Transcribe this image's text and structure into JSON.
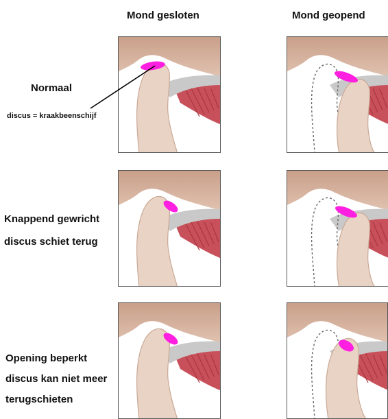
{
  "columns": {
    "closed": "Mond gesloten",
    "open": "Mond geopend"
  },
  "rows": [
    {
      "label": "Normaal",
      "sublabel": "discus = kraakbeenschijf"
    },
    {
      "label": "Knappend gewricht",
      "sublabel": "discus schiet terug"
    },
    {
      "label": "Opening beperkt",
      "sublabel": "discus kan niet meer",
      "sublabel2": "terugschieten"
    }
  ],
  "colors": {
    "disc": "#ff1fe0",
    "bone": "#e9d3c4",
    "bone_shadow": "#c9a896",
    "skull": "#e0c2b0",
    "muscle": "#c8505a",
    "ligament": "#c9c9c9"
  }
}
